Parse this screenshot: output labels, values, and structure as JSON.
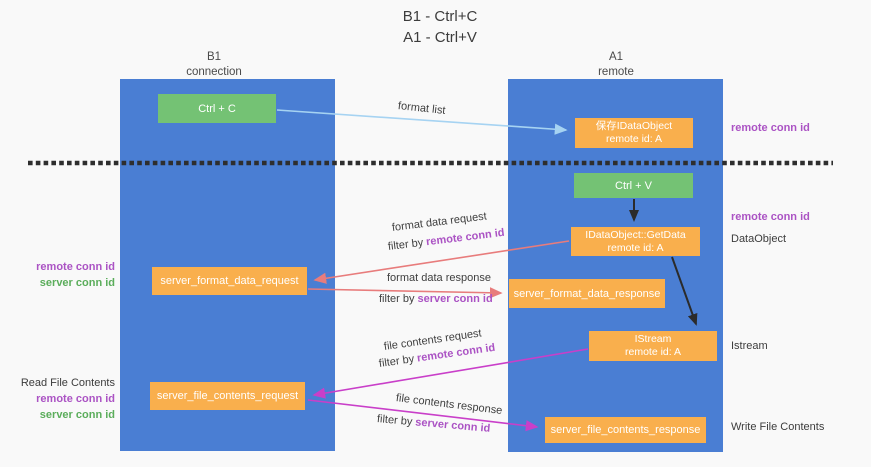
{
  "title": {
    "line1": "B1 - Ctrl+C",
    "line2": "A1 - Ctrl+V"
  },
  "lanes": {
    "left": {
      "name": "B1",
      "role": "connection"
    },
    "right": {
      "name": "A1",
      "role": "remote"
    }
  },
  "nodes": {
    "ctrl_c": {
      "label": "Ctrl + C"
    },
    "ctrl_v": {
      "label": "Ctrl + V"
    },
    "save_dataobject": {
      "line1": "保存IDataObject",
      "line2": "remote id: A"
    },
    "getdata": {
      "line1": "IDataObject::GetData",
      "line2": "remote id: A"
    },
    "istream": {
      "line1": "IStream",
      "line2": "remote id: A"
    },
    "server_format_data_request": {
      "label": "server_format_data_request"
    },
    "server_format_data_response": {
      "label": "server_format_data_response"
    },
    "server_file_contents_request": {
      "label": "server_file_contents_request"
    },
    "server_file_contents_response": {
      "label": "server_file_contents_response"
    }
  },
  "edge_labels": {
    "format_list": "format list",
    "format_data_request": "format data request",
    "format_data_response": "format data response",
    "file_contents_request": "file contents request",
    "file_contents_response": "file contents response",
    "filter_by": "filter by",
    "remote_conn_id": "remote conn id",
    "server_conn_id": "server conn id"
  },
  "side_labels": {
    "remote_conn_id": "remote conn id",
    "server_conn_id": "server conn id",
    "read_file_contents": "Read File Contents",
    "dataobject": "DataObject",
    "istream": "Istream",
    "write_file_contents": "Write File Contents"
  },
  "colors": {
    "lane_blue": "#4A7ED3",
    "node_green": "#74C274",
    "node_orange": "#F9AF4D",
    "arrow_light_blue": "#A6D3F2",
    "arrow_salmon": "#E87C7C",
    "arrow_magenta": "#C93FC9",
    "arrow_black": "#2B2B2B",
    "remote_conn_id_text": "#AB53C4",
    "server_conn_id_text": "#5BAD5B",
    "background": "#f9f9f9"
  }
}
